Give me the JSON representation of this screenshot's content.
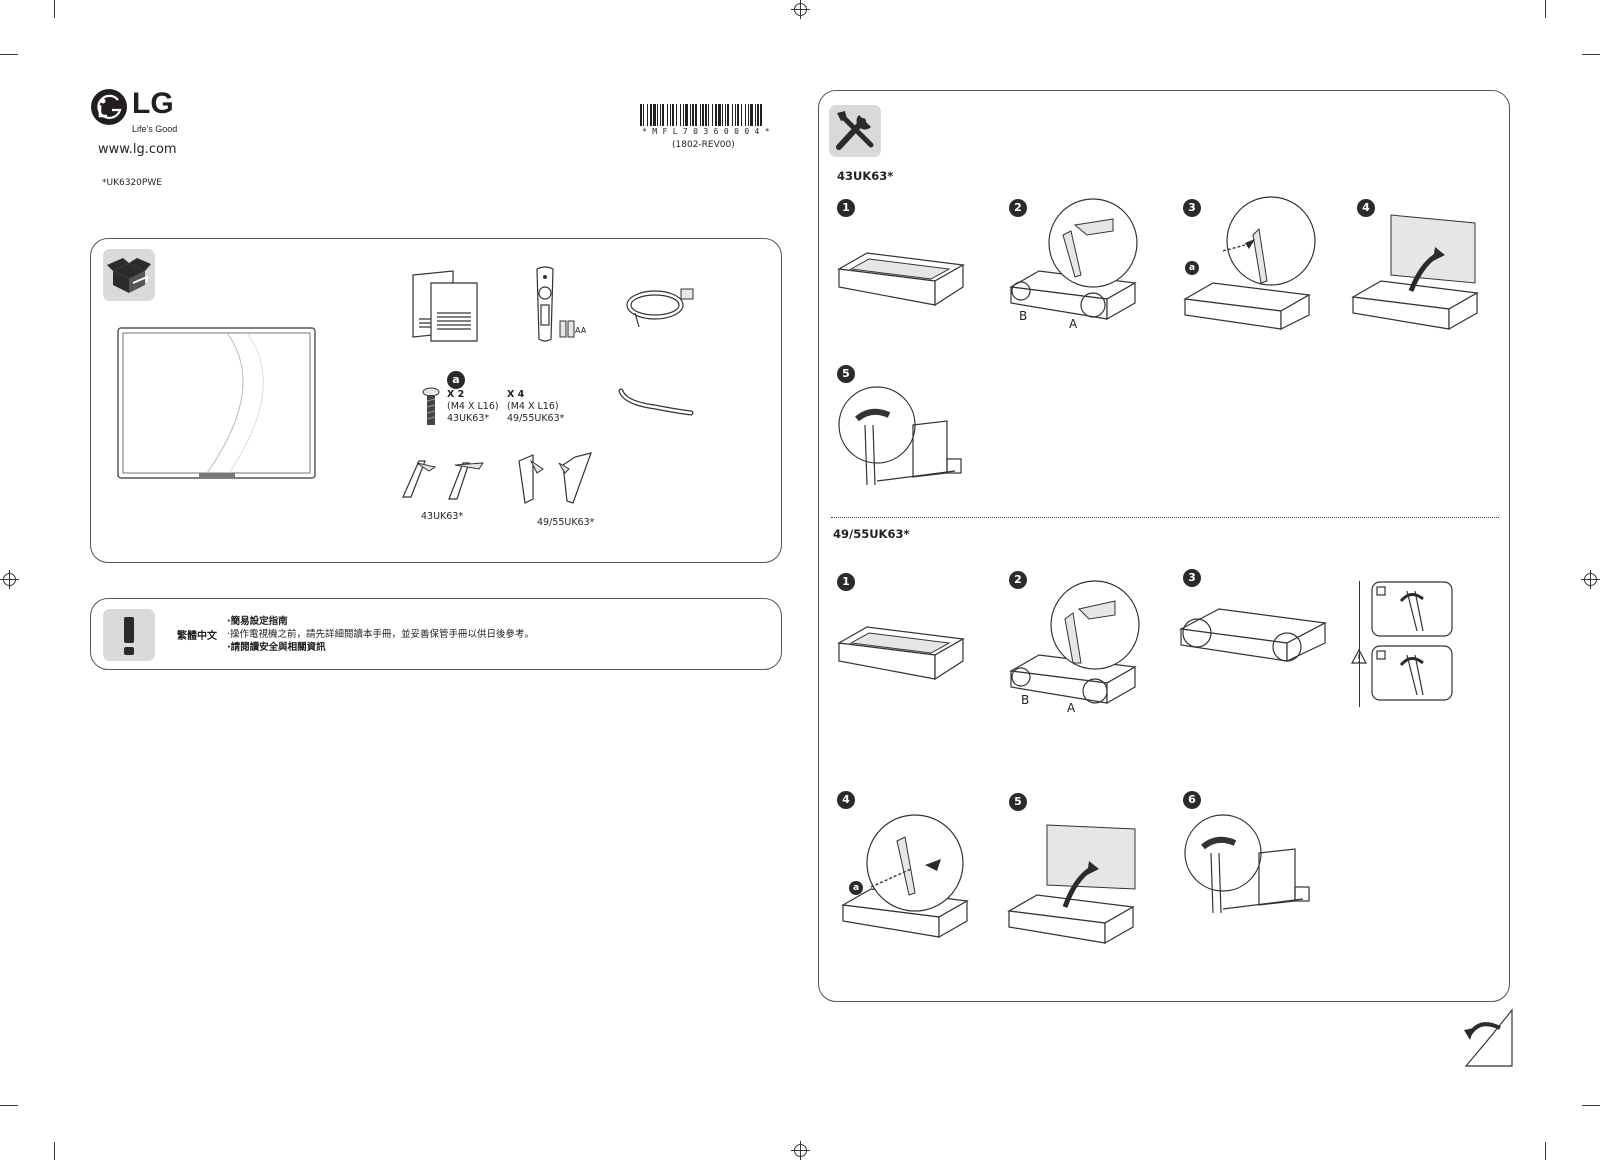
{
  "header": {
    "brand": "LG",
    "slogan": "Life's Good",
    "website": "www.lg.com",
    "model_code": "*UK6320PWE",
    "barcode_text": "* M F L 7 0 3 6 0 0 0 4 *",
    "revision": "(1802-REV00)"
  },
  "contents": {
    "battery_label": "AA",
    "screw_marker": "a",
    "screws": [
      {
        "qty": "X 2",
        "spec": "(M4 X L16)",
        "model": "43UK63*"
      },
      {
        "qty": "X 4",
        "spec": "(M4 X L16)",
        "model": "49/55UK63*"
      }
    ],
    "stand_labels": [
      "43UK63*",
      "49/55UK63*"
    ]
  },
  "notice": {
    "language": "繁體中文",
    "lines": [
      "·簡易設定指南",
      "·操作電視機之前，請先詳細閱讀本手冊，並妥善保管手冊以供日後參考。",
      "·請閱讀安全與相關資訊"
    ]
  },
  "assembly": {
    "section_a": {
      "title": "43UK63*",
      "steps": [
        "1",
        "2",
        "3",
        "4",
        "5"
      ]
    },
    "section_b": {
      "title": "49/55UK63*",
      "steps": [
        "1",
        "2",
        "3",
        "4",
        "5",
        "6"
      ]
    },
    "label_a": "A",
    "label_b": "B",
    "screw_marker": "a"
  },
  "icons": [
    "box-open-icon",
    "tools-icon",
    "warning-icon",
    "page-turn-icon"
  ]
}
